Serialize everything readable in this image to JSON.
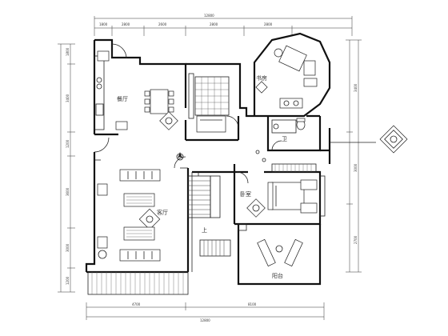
{
  "room_labels": {
    "dining": "餐厅",
    "study": "书房",
    "bedroom": "卧室",
    "living": "客厅",
    "stairs": "上",
    "balcony": "阳台",
    "bath": "卫"
  },
  "dimensions": {
    "top_total": "12800",
    "top_1": "1800",
    "top_2": "2800",
    "top_3": "2600",
    "top_4": "2800",
    "top_5": "2800",
    "bottom_total": "12800",
    "bottom_1": "4700",
    "bottom_2": "8100",
    "left_1": "1800",
    "left_2": "3400",
    "left_3": "1200",
    "left_4": "3600",
    "left_5": "3000",
    "left_6": "1200",
    "right_1": "3400",
    "right_2": "3000",
    "right_3": "2700"
  },
  "icons": [
    "north-arrow",
    "plant",
    "bed",
    "sofa",
    "dining-table",
    "lounge-chair",
    "section-marker"
  ]
}
